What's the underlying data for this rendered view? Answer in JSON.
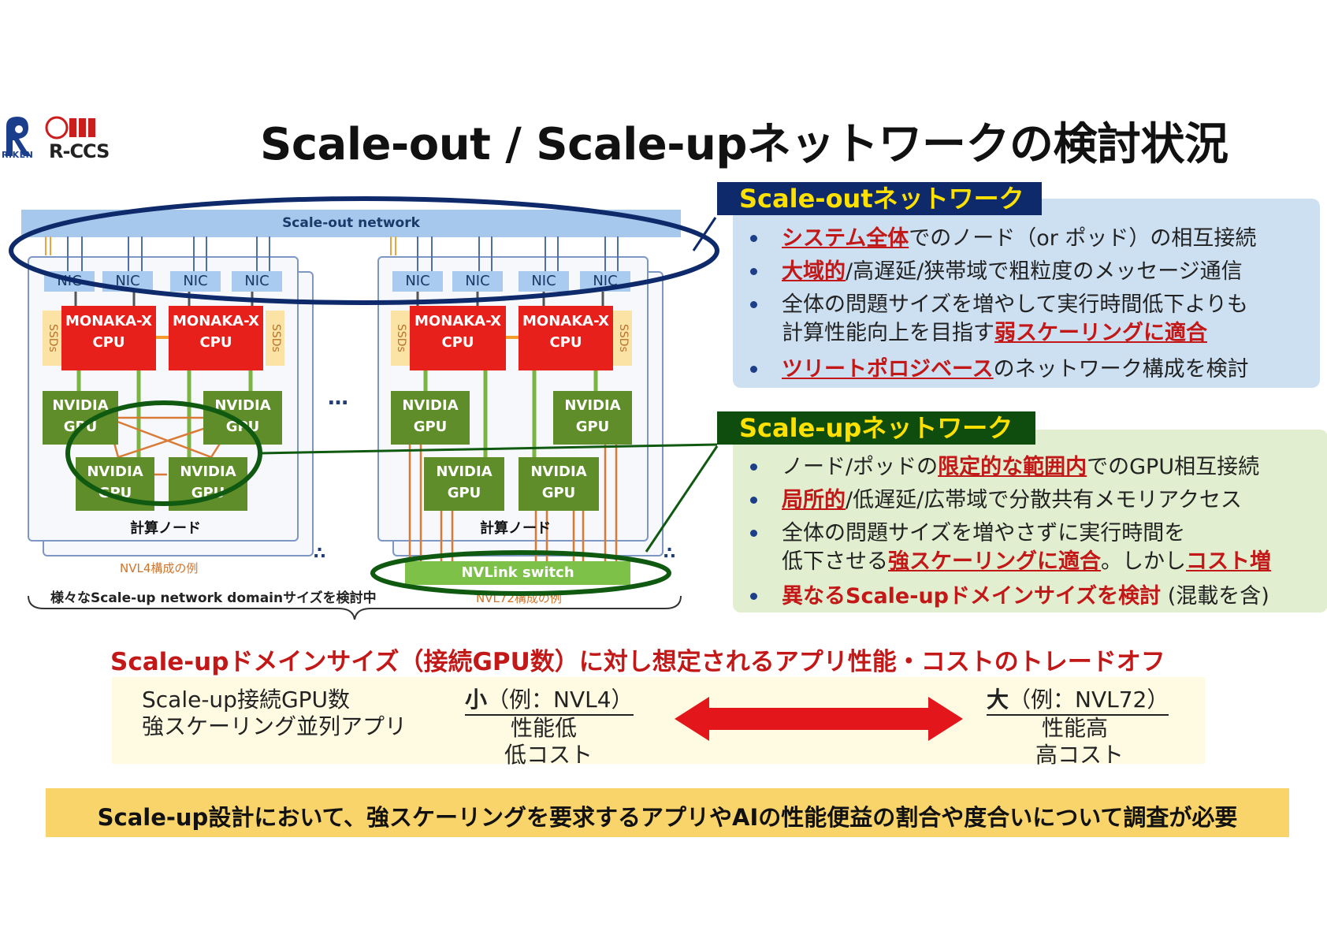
{
  "logo": {
    "riken_text": "RIKEN",
    "rccs_text": "R-CCS"
  },
  "title": "Scale-out / Scale-upネットワークの検討状況",
  "diagram": {
    "band_label": "Scale-out network",
    "nic_label": "NIC",
    "cpu_name": "MONAKA-X",
    "cpu_sub": "CPU",
    "ssd_label": "SSDs",
    "gpu_name": "NVIDIA",
    "gpu_sub": "GPU",
    "node_label": "計算ノード",
    "nvl4_example": "NVL4構成の例",
    "nvl72_example": "NVL72構成の例",
    "nvlink_switch": "NVLink switch",
    "domain_note": "様々なScale-up network domainサイズを検討中",
    "ellipsis": "…",
    "corner_dots": "∴"
  },
  "scale_out": {
    "header": "Scale-outネットワーク",
    "b1_red": "システム全体",
    "b1_rest": "でのノード（or ポッド）の相互接続",
    "b2_red": "大域的",
    "b2_rest": "/高遅延/狭帯域で粗粒度のメッセージ通信",
    "b3_line1": "全体の問題サイズを増やして実行時間低下よりも",
    "b3_line2_pre": "計算性能向上を目指す",
    "b3_red": "弱スケーリングに適合",
    "b4_red": "ツリートポロジベース",
    "b4_rest": "のネットワーク構成を検討"
  },
  "scale_up": {
    "header": "Scale-upネットワーク",
    "b1_pre": "ノード/ポッドの",
    "b1_red": "限定的な範囲内",
    "b1_rest": "でのGPU相互接続",
    "b2_red": "局所的",
    "b2_rest": "/低遅延/広帯域で分散共有メモリアクセス",
    "b3_line1": "全体の問題サイズを増やさずに実行時間を",
    "b3_line2_pre": "低下させる",
    "b3_red1": "強スケーリングに適合",
    "b3_mid": "。しかし",
    "b3_red2": "コスト増",
    "b4_red": "異なるScale-upドメインサイズを検討",
    "b4_rest": " (混載を含)"
  },
  "tradeoff": {
    "title": "Scale-upドメインサイズ（接続GPU数）に対し想定されるアプリ性能・コストのトレードオフ",
    "row1_label": "Scale-up接続GPU数",
    "row2_label": "強スケーリング並列アプリ",
    "small_bold": "小",
    "small_rest": "（例：NVL4）",
    "small_perf": "性能低",
    "small_cost": "低コスト",
    "large_bold": "大",
    "large_rest": "（例：NVL72）",
    "large_perf": "性能高",
    "large_cost": "高コスト"
  },
  "conclusion": "Scale-up設計において、強スケーリングを要求するアプリやAIの性能便益の割合や度合いについて調査が必要",
  "colors": {
    "navy": "#0e2a6a",
    "forest": "#0f4d0e",
    "yellow": "#ffe100",
    "red": "#c31818",
    "arrow": "#e2161b"
  }
}
